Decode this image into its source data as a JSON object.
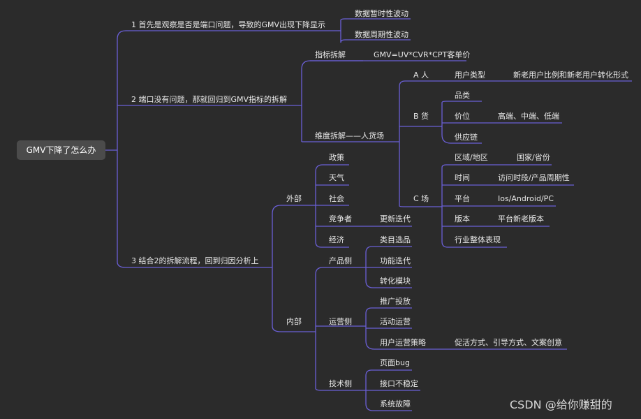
{
  "colors": {
    "background": "#2b2b2b",
    "line": "#6a5fd6",
    "root_fill": "#4b4b4b",
    "text": "#e8e8e8"
  },
  "root": "GMV下降了怎么办",
  "branch1": {
    "label": "1 首先是观察是否是端口问题，导致的GMV出现下降显示",
    "children": [
      "数据暂时性波动",
      "数据周期性波动"
    ]
  },
  "branch2": {
    "label": "2 端口没有问题，那就回归到GMV指标的拆解",
    "metric": {
      "label": "指标拆解",
      "formula": "GMV=UV*CVR*CPT客单价"
    },
    "dimension": {
      "label": "维度拆解——人货场",
      "people": {
        "label": "A 人",
        "user_type": "用户类型",
        "user_type_detail": "新老用户比例和新老用户转化形式"
      },
      "goods": {
        "label": "B 货",
        "category": "品类",
        "price": "价位",
        "price_detail": "高端、中端、低端",
        "supply": "供应链"
      },
      "place": {
        "label": "C 场",
        "region": "区域/地区",
        "region_detail": "国家/省份",
        "time": "时间",
        "time_detail": "访问时段/产品周期性",
        "platform": "平台",
        "platform_detail": "Ios/Android/PC",
        "version": "版本",
        "version_detail": "平台新老版本",
        "industry": "行业整体表现"
      }
    }
  },
  "branch3": {
    "label": "3 结合2的拆解流程，回到归因分析上",
    "external": {
      "label": "外部",
      "policy": "政策",
      "weather": "天气",
      "society": "社会",
      "competitor": "竞争者",
      "competitor_detail": "更新迭代",
      "economy": "经济"
    },
    "internal": {
      "label": "内部",
      "product": {
        "label": "产品侧",
        "items": [
          "类目选品",
          "功能迭代",
          "转化模块"
        ]
      },
      "operation": {
        "label": "运营侧",
        "promo": "推广投放",
        "activity": "活动运营",
        "strategy": "用户运营策略",
        "strategy_detail": "促活方式、引导方式、文案创意"
      },
      "tech": {
        "label": "技术侧",
        "items": [
          "页面bug",
          "接口不稳定",
          "系统故障"
        ]
      }
    }
  },
  "watermark": "CSDN @给你赚甜的"
}
